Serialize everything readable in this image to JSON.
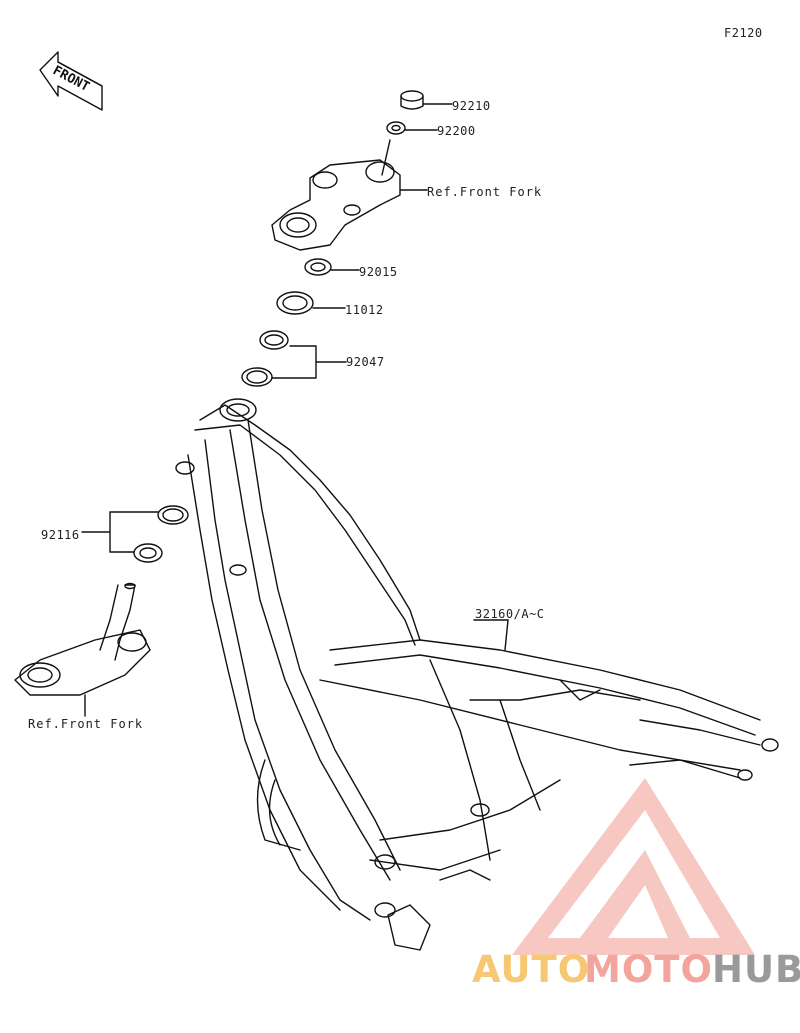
{
  "diagram": {
    "code": "F2120",
    "front_arrow_label": "FRONT",
    "parts": {
      "p92210": "92210",
      "p92200": "92200",
      "p92015": "92015",
      "p11012": "11012",
      "p92047": "92047",
      "p92116": "92116",
      "p32160": "32160/A~C"
    },
    "refs": {
      "front_fork_top": "Ref.Front Fork",
      "front_fork_bottom": "Ref.Front Fork"
    }
  },
  "watermark": {
    "part1": "AUTO",
    "part2": "MOTO",
    "part3": "HUB",
    "color_auto": "#f7c873",
    "color_moto": "#f3a49c",
    "color_hub": "#9a9a9a"
  }
}
